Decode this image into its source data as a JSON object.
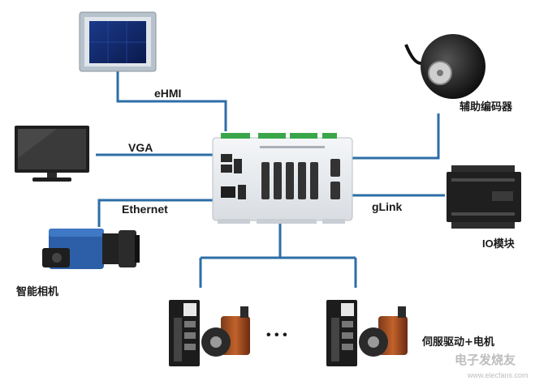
{
  "connections": {
    "hmi": "eHMI",
    "vga": "VGA",
    "ethernet": "Ethernet",
    "glink": "gLink"
  },
  "devices": {
    "encoder": "辅助编码器",
    "io_module": "IO模块",
    "camera": "智能相机",
    "servo": "伺服驱动+电机"
  },
  "ellipsis": "• • •",
  "watermark": "电子发烧友",
  "watermark_url": "www.elecfans.com",
  "colors": {
    "wire": "#2d6ea6",
    "controller_body": "#e9ecef",
    "terminal_green": "#3aa64a"
  }
}
